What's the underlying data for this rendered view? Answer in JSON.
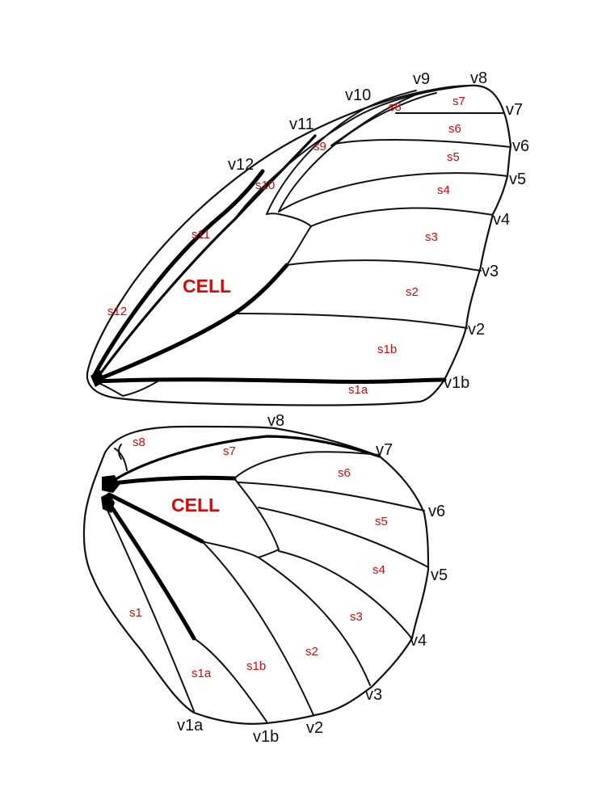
{
  "colors": {
    "vein_label": "#111111",
    "space_label": "#d10a0a",
    "line": "#111111"
  },
  "forewing": {
    "cell_label": "CELL",
    "veins": {
      "v12": "v12",
      "v11": "v11",
      "v10": "v10",
      "v9": "v9",
      "v8": "v8",
      "v7": "v7",
      "v6": "v6",
      "v5": "v5",
      "v4": "v4",
      "v3": "v3",
      "v2": "v2",
      "v1b": "v1b"
    },
    "spaces": {
      "s12": "s12",
      "s11": "s11",
      "s10": "s10",
      "s9": "s9",
      "s8": "s8",
      "s7": "s7",
      "s6": "s6",
      "s5": "s5",
      "s4": "s4",
      "s3": "s3",
      "s2": "s2",
      "s1b": "s1b",
      "s1a": "s1a"
    }
  },
  "hindwing": {
    "cell_label": "CELL",
    "veins": {
      "v8": "v8",
      "v7": "v7",
      "v6": "v6",
      "v5": "v5",
      "v4": "v4",
      "v3": "v3",
      "v2": "v2",
      "v1b": "v1b",
      "v1a": "v1a"
    },
    "spaces": {
      "s8": "s8",
      "s7": "s7",
      "s6": "s6",
      "s5": "s5",
      "s4": "s4",
      "s3": "s3",
      "s2": "s2",
      "s1b": "s1b",
      "s1a": "s1a",
      "s1": "s1"
    }
  }
}
